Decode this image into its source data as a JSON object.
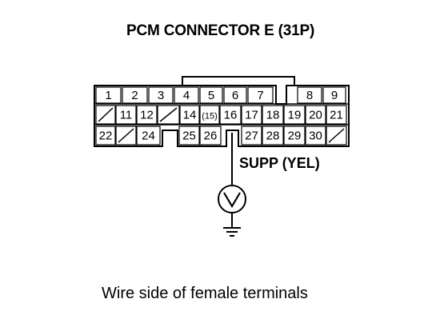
{
  "title": "PCM CONNECTOR E (31P)",
  "caption": "Wire side of female terminals",
  "wire_label": "SUPP (YEL)",
  "connector": {
    "row1": [
      "1",
      "2",
      "3",
      "4",
      "5",
      "6",
      "7",
      "",
      "8",
      "9"
    ],
    "row2": [
      "",
      "11",
      "12",
      "",
      "14",
      "15",
      "16",
      "17",
      "18",
      "19",
      "20",
      "21"
    ],
    "row3": [
      "22",
      "",
      "24",
      "",
      "25",
      "26",
      "",
      "27",
      "28",
      "29",
      "30",
      ""
    ],
    "probed_terminal": "16"
  },
  "meter_icon": "voltmeter-icon",
  "ground_icon": "ground-icon"
}
